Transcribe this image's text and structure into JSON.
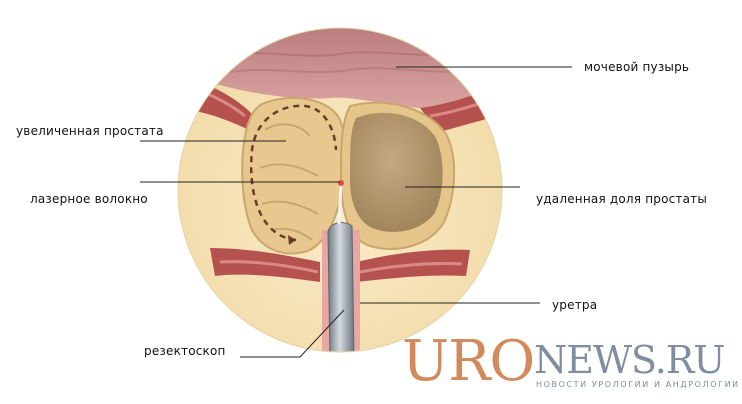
{
  "labels": {
    "bladder": "мочевой пузырь",
    "enlarged_prostate": "увеличенная простата",
    "laser_fiber": "лазерное волокно",
    "removed_lobe": "удаленная доля простаты",
    "urethra": "уретра",
    "resectoscope": "резектоскоп"
  },
  "logo": {
    "uro": "URO",
    "news": "NEWS.RU",
    "tagline": "НОВОСТИ УРОЛОГИИ И АНДРОЛОГИИ"
  },
  "colors": {
    "tissue_bg": "#f6e3b4",
    "bladder": "#c98a86",
    "muscle": "#b5524f",
    "prostate": "#e8c88e",
    "removed_lobe": "#b69a70",
    "instrument": "#9aa4ad",
    "logo_orange": "#d28a5c",
    "logo_gray": "#7f8ea0"
  }
}
